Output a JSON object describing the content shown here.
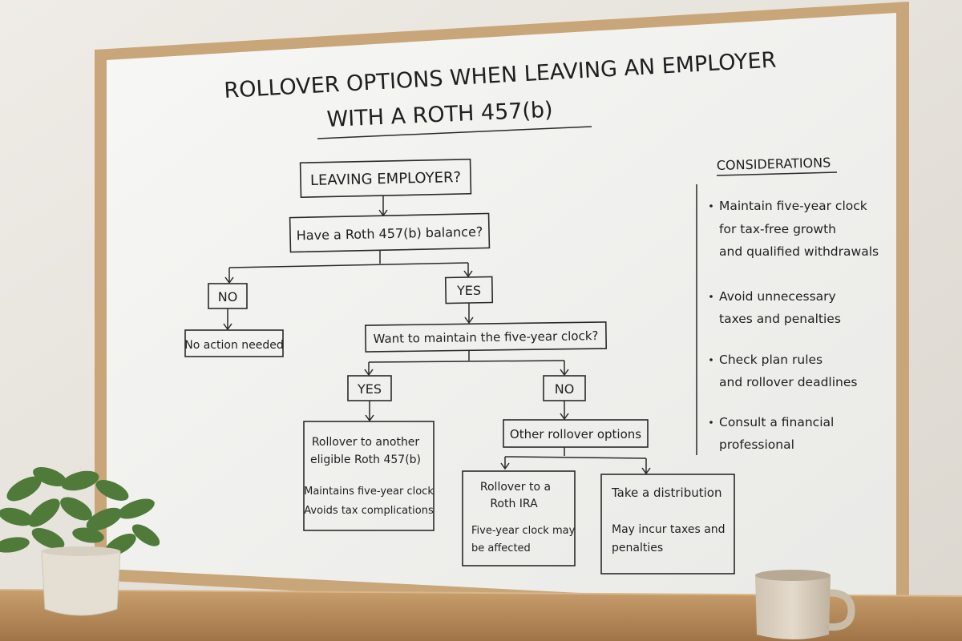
{
  "title": {
    "line1": "ROLLOVER OPTIONS WHEN LEAVING AN EMPLOYER",
    "line2": "WITH A ROTH 457(b)"
  },
  "flow": {
    "start": "LEAVING EMPLOYER?",
    "q1": "Have a Roth 457(b) balance?",
    "no1": "NO",
    "no_action": "No action needed",
    "yes1": "YES",
    "q2": "Want to maintain the five-year clock?",
    "yes2": "YES",
    "no2": "NO",
    "rollover_roth457": {
      "line1": "Rollover to another",
      "line2": "eligible Roth 457(b)",
      "note1": "Maintains five-year clock",
      "note2": "Avoids tax complications"
    },
    "other_options": "Other rollover options",
    "roth_ira": {
      "line1": "Rollover to a",
      "line2": "Roth IRA",
      "note1": "Five-year clock may",
      "note2": "be affected"
    },
    "distribution": {
      "line1": "Take a distribution",
      "note1": "May incur taxes and",
      "note2": "penalties"
    }
  },
  "considerations": {
    "heading": "CONSIDERATIONS",
    "items": [
      {
        "lines": [
          "Maintain five-year clock",
          "for tax-free growth",
          "and qualified withdrawals"
        ]
      },
      {
        "lines": [
          "Avoid unnecessary",
          "taxes and penalties"
        ]
      },
      {
        "lines": [
          "Check plan rules",
          "and rollover deadlines"
        ]
      },
      {
        "lines": [
          "Consult a financial",
          "professional"
        ]
      }
    ]
  },
  "colors": {
    "wall": "#e6e2dc",
    "frame": "#c9a57a",
    "board": "#f4f4f2",
    "ink": "#1f1f1f",
    "shelf": "#b98e5e",
    "plant_leaf": "#4f7a3a",
    "pot": "#e4ded3",
    "mug": "#d9cfc0"
  }
}
